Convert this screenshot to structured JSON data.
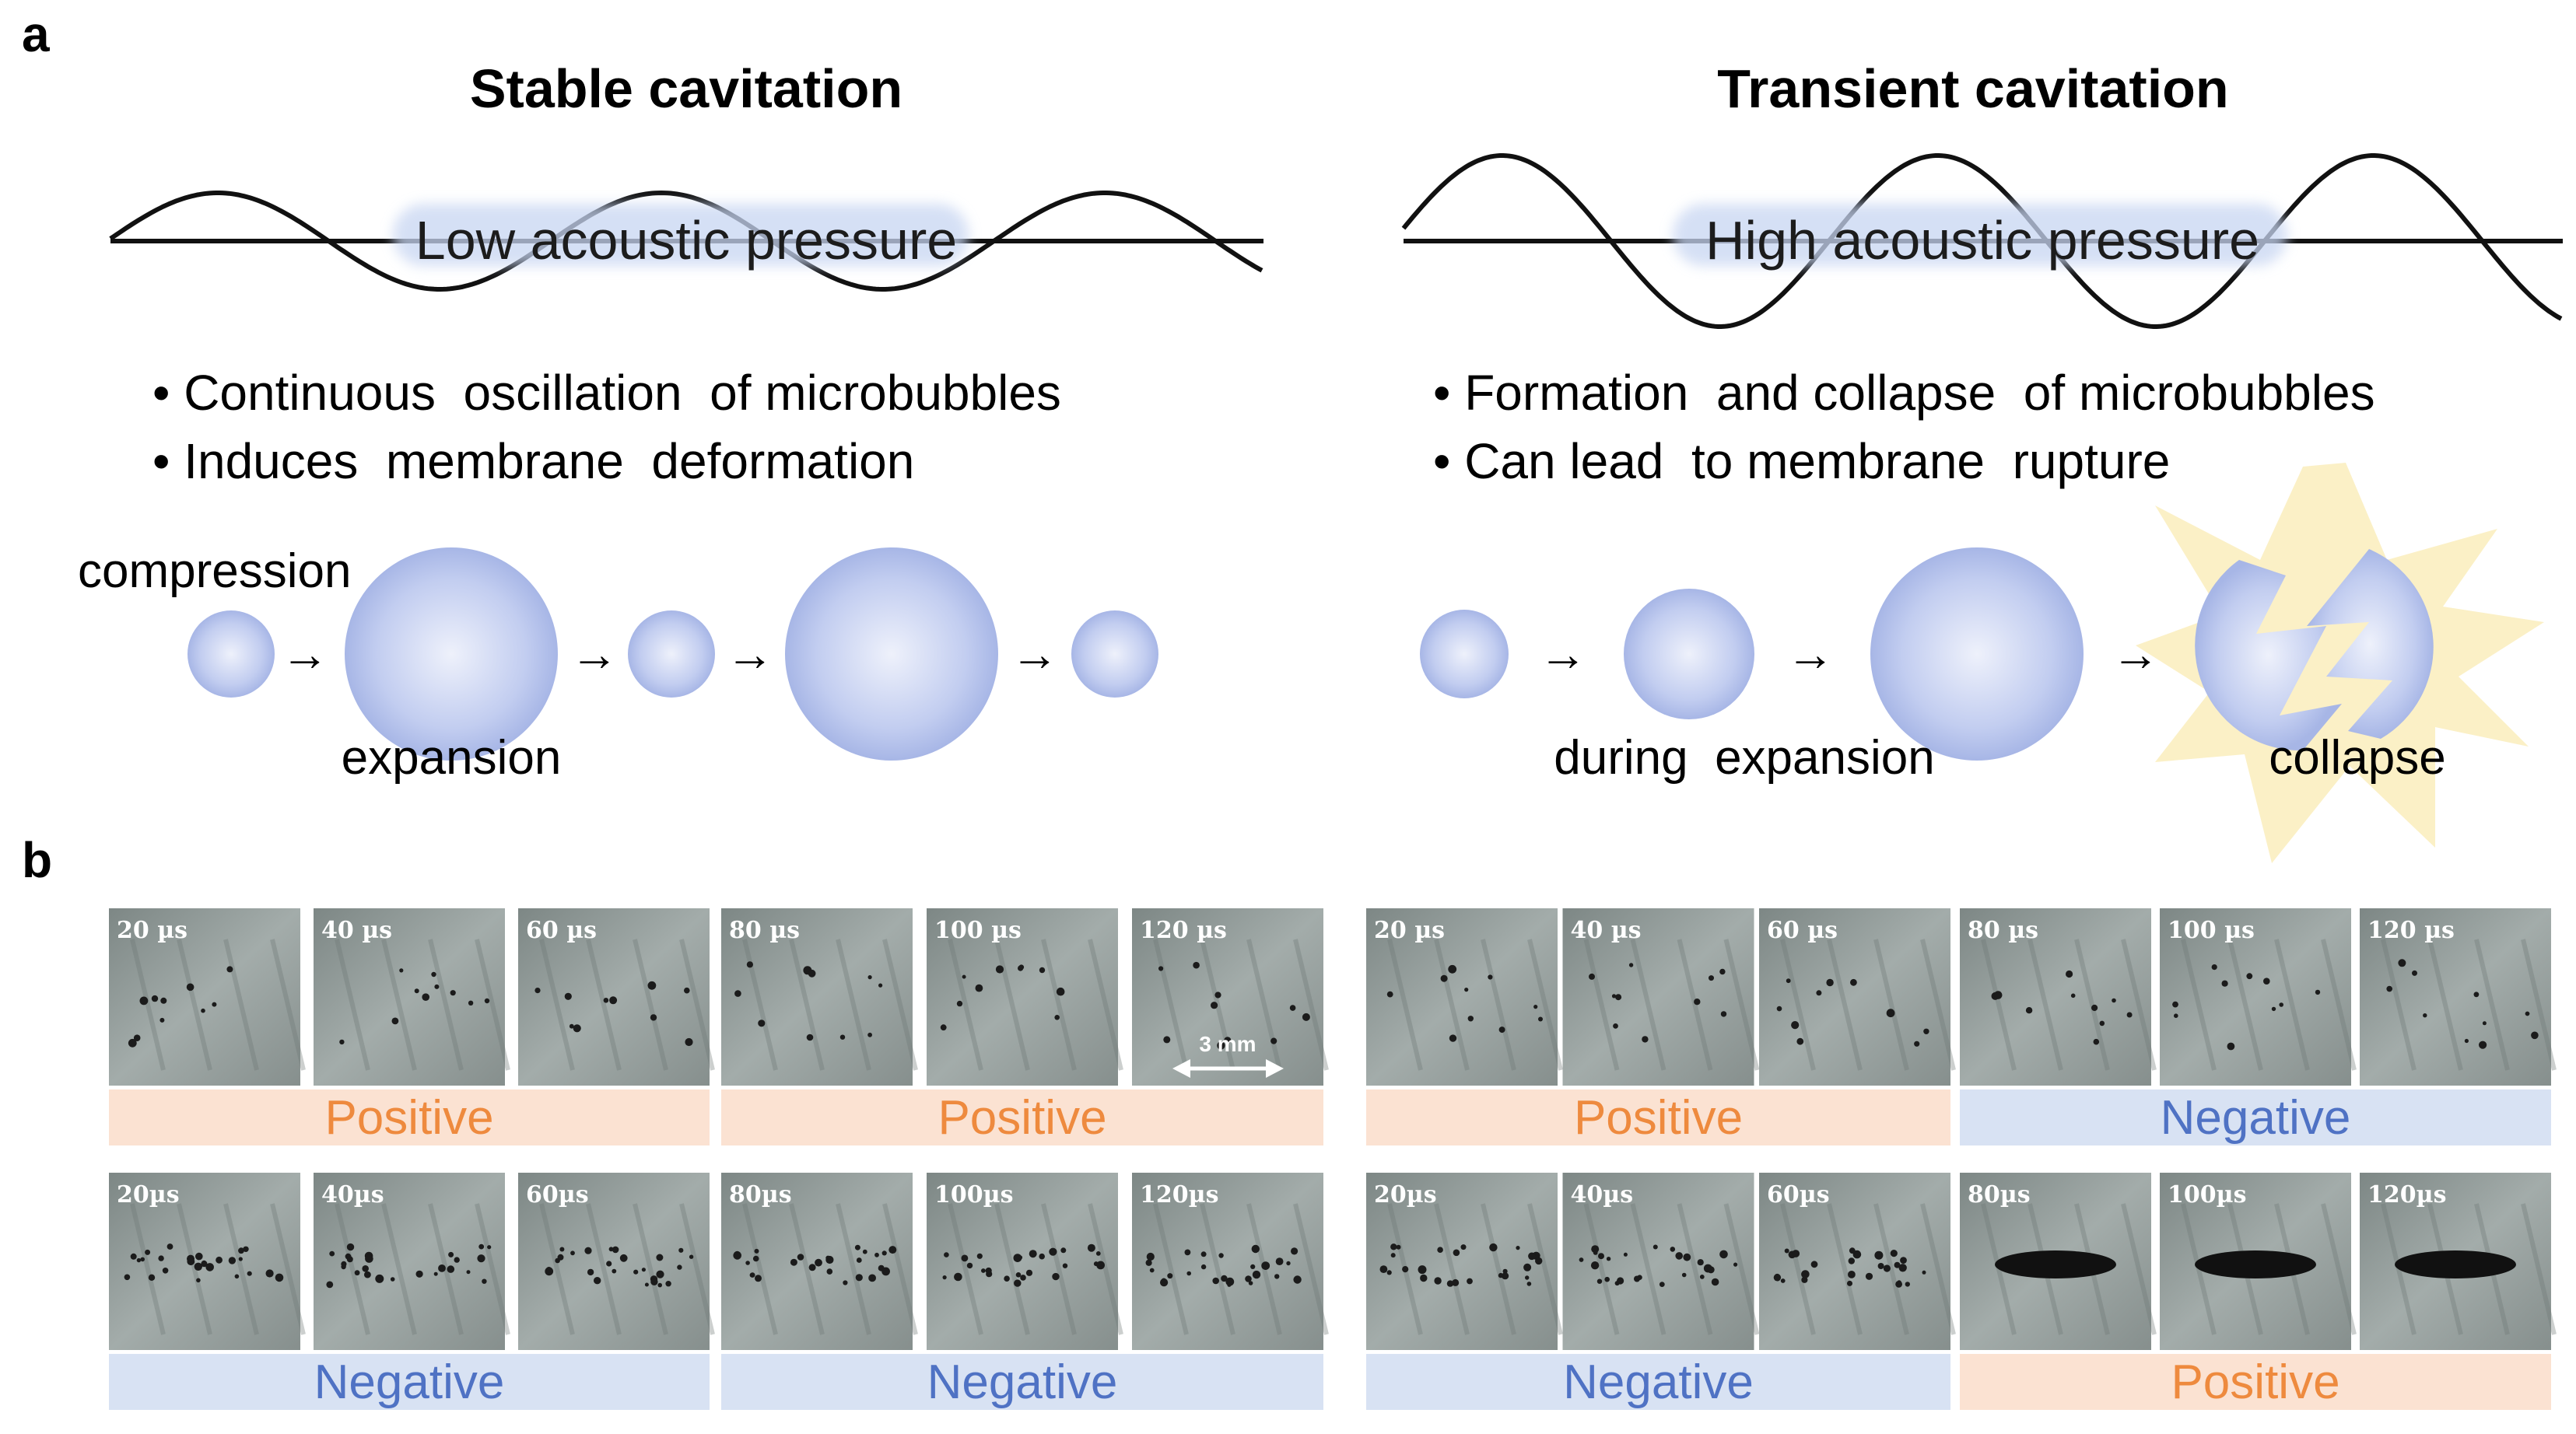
{
  "panel_a": {
    "label": "a",
    "stable": {
      "title": "Stable cavitation",
      "wave_label": "Low acoustic pressure",
      "bullets": [
        "• Continuous  oscillation  of microbubbles",
        "• Induces  membrane  deformation"
      ],
      "stage_compression": "compression",
      "stage_expansion": "expansion",
      "arrow": "→"
    },
    "transient": {
      "title": "Transient cavitation",
      "wave_label": "High acoustic pressure",
      "bullets": [
        "• Formation  and collapse  of microbubbles",
        "• Can lead  to membrane  rupture"
      ],
      "stage_during": "during  expansion",
      "stage_collapse": "collapse",
      "arrow": "→"
    }
  },
  "panel_b": {
    "label": "b",
    "rows": [
      {
        "times": [
          "20 µs",
          "40 µs",
          "60 µs",
          "80 µs",
          "100 µs",
          "120 µs",
          "20 µs",
          "40 µs",
          "60 µs",
          "80 µs",
          "100 µs",
          "120 µs"
        ],
        "groups": [
          "Positive",
          "Positive",
          "Positive",
          "Negative"
        ]
      },
      {
        "times": [
          "20µs",
          "40µs",
          "60µs",
          "80µs",
          "100µs",
          "120µs",
          "20µs",
          "40µs",
          "60µs",
          "80µs",
          "100µs",
          "120µs"
        ],
        "groups": [
          "Negative",
          "Negative",
          "Negative",
          "Positive"
        ]
      }
    ],
    "scale_bar": "3 mm"
  },
  "colors": {
    "positive_bg": "#fbe2d2",
    "positive_text": "#ee8a3e",
    "negative_bg": "#d8e2f3",
    "negative_text": "#4f72c4",
    "bubble": "#a9b8ea",
    "burst": "#fbf0c6"
  }
}
